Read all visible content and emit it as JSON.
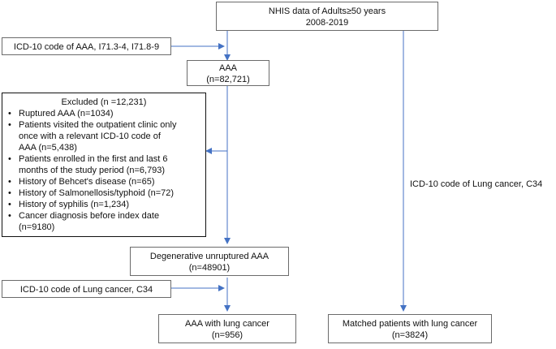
{
  "colors": {
    "arrow": "#4472c4",
    "border": "#6b6b6b"
  },
  "source_box": {
    "line1": "NHIS data of Adults≥50 years",
    "line2": "2008-2019"
  },
  "icd_aaa_box": {
    "text": "ICD-10 code of AAA, I71.3-4, I71.8-9"
  },
  "aaa_box": {
    "line1": "AAA",
    "line2": "(n=82,721)"
  },
  "excluded_box": {
    "title": "Excluded (n =12,231)",
    "items": [
      {
        "lines": [
          "Ruptured AAA (n=1034)"
        ]
      },
      {
        "lines": [
          "Patients visited the outpatient clinic only",
          "once with a relevant ICD-10 code of",
          "AAA (n=5,438)"
        ]
      },
      {
        "lines": [
          "Patients enrolled in the first and last 6",
          "months of the study period (n=6,793)"
        ]
      },
      {
        "lines": [
          "History of Behcet's disease (n=65)"
        ]
      },
      {
        "lines": [
          "History of Salmonellosis/typhoid (n=72)"
        ]
      },
      {
        "lines": [
          "History of syphilis (n=1,234)"
        ]
      },
      {
        "lines": [
          "Cancer diagnosis before index date",
          "(n=9180)"
        ]
      }
    ]
  },
  "degenerative_box": {
    "line1": "Degenerative  unruptured AAA",
    "line2": "(n=48901)"
  },
  "icd_lung_box": {
    "text": "ICD-10 code of Lung cancer, C34"
  },
  "icd_lung_label": {
    "text": "ICD-10 code of Lung cancer, C34"
  },
  "aaa_lung_box": {
    "line1": "AAA with lung cancer",
    "line2": "(n=956)"
  },
  "matched_box": {
    "line1": "Matched patients with lung cancer",
    "line2": "(n=3824)"
  }
}
